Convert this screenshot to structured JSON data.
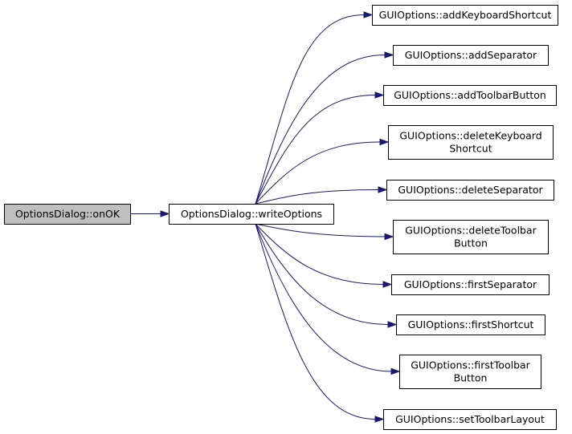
{
  "diagram": {
    "type": "call-graph",
    "root": {
      "id": "n0",
      "lines": [
        "OptionsDialog::onOK"
      ]
    },
    "hub": {
      "id": "n1",
      "lines": [
        "OptionsDialog::writeOptions"
      ]
    },
    "callees": [
      {
        "id": "c0",
        "lines": [
          "GUIOptions::addKeyboardShortcut"
        ]
      },
      {
        "id": "c1",
        "lines": [
          "GUIOptions::addSeparator"
        ]
      },
      {
        "id": "c2",
        "lines": [
          "GUIOptions::addToolbarButton"
        ]
      },
      {
        "id": "c3",
        "lines": [
          "GUIOptions::deleteKeyboard",
          "Shortcut"
        ]
      },
      {
        "id": "c4",
        "lines": [
          "GUIOptions::deleteSeparator"
        ]
      },
      {
        "id": "c5",
        "lines": [
          "GUIOptions::deleteToolbar",
          "Button"
        ]
      },
      {
        "id": "c6",
        "lines": [
          "GUIOptions::firstSeparator"
        ]
      },
      {
        "id": "c7",
        "lines": [
          "GUIOptions::firstShortcut"
        ]
      },
      {
        "id": "c8",
        "lines": [
          "GUIOptions::firstToolbar",
          "Button"
        ]
      },
      {
        "id": "c9",
        "lines": [
          "GUIOptions::setToolbarLayout"
        ]
      }
    ],
    "edges": [
      {
        "from": "n0",
        "to": "n1"
      },
      {
        "from": "n1",
        "to": "c0"
      },
      {
        "from": "n1",
        "to": "c1"
      },
      {
        "from": "n1",
        "to": "c2"
      },
      {
        "from": "n1",
        "to": "c3"
      },
      {
        "from": "n1",
        "to": "c4"
      },
      {
        "from": "n1",
        "to": "c5"
      },
      {
        "from": "n1",
        "to": "c6"
      },
      {
        "from": "n1",
        "to": "c7"
      },
      {
        "from": "n1",
        "to": "c8"
      },
      {
        "from": "n1",
        "to": "c9"
      }
    ],
    "colors": {
      "edge": "#191970",
      "root_fill": "#bfbfbf",
      "node_fill": "#ffffff",
      "node_stroke": "#000000"
    }
  }
}
